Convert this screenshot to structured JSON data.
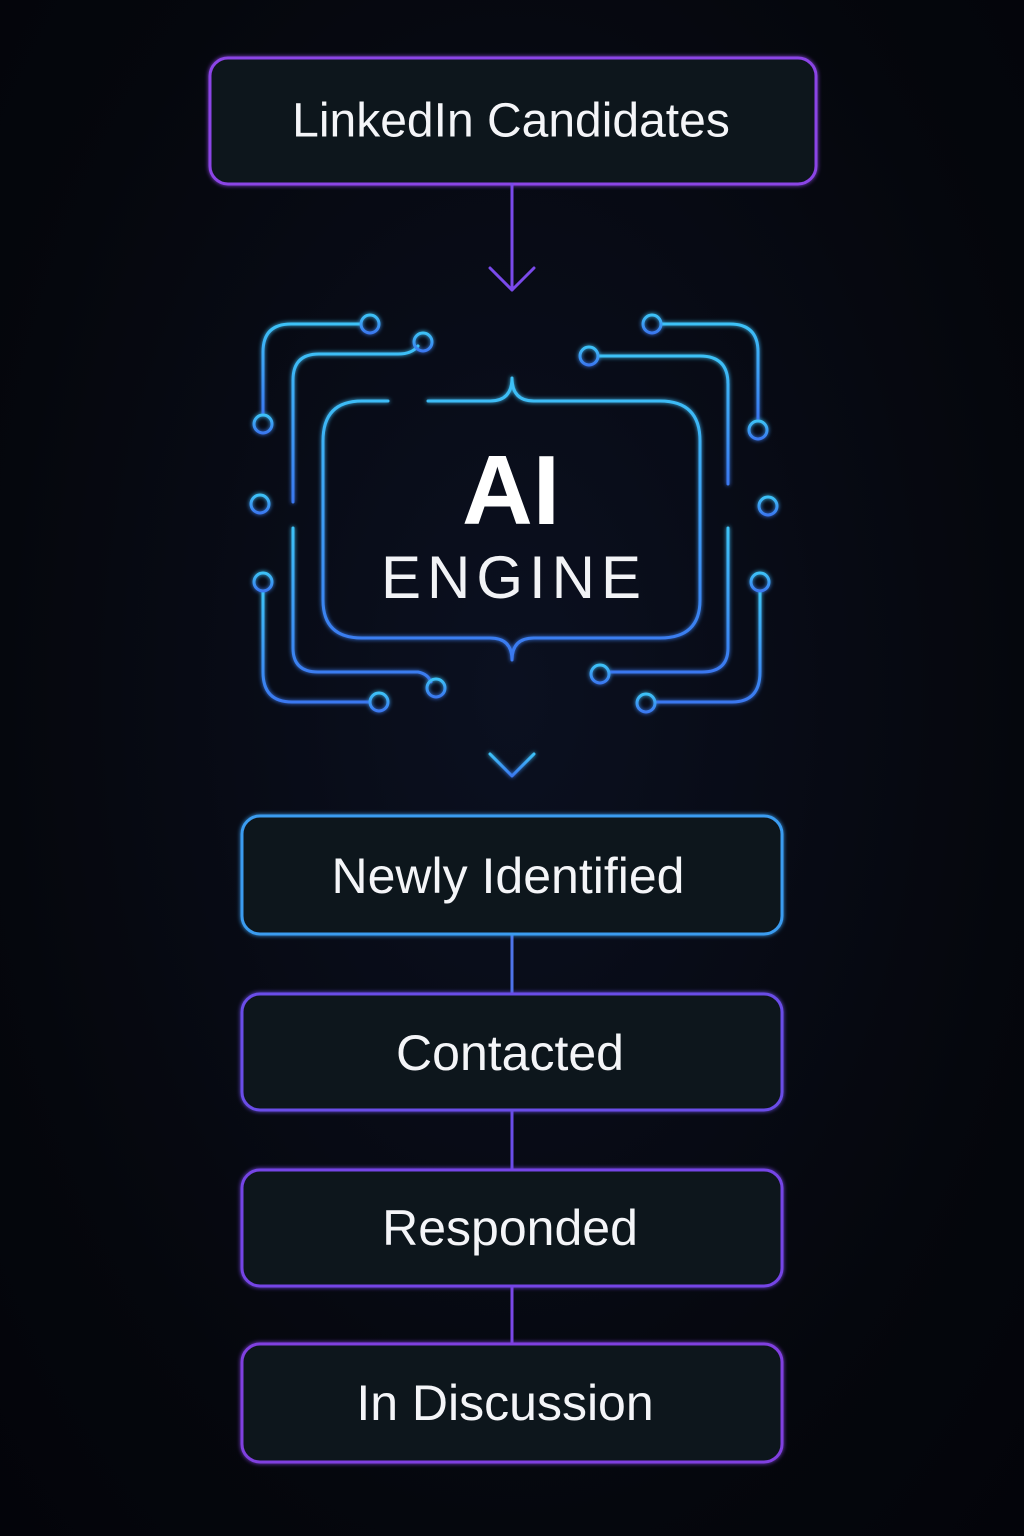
{
  "colors": {
    "background": "#05070d",
    "box_fill": "#11121c",
    "purple": "#8b45e6",
    "violet": "#6a4de8",
    "blue": "#3a9cf0",
    "cyan": "#3ab8f5",
    "text": "#f4f5f8"
  },
  "source": {
    "label": "LinkedIn Candidates"
  },
  "engine": {
    "title": "AI",
    "subtitle": "ENGINE",
    "icon": "circuit-chip-icon"
  },
  "stages": [
    {
      "label": "Newly Identified"
    },
    {
      "label": "Contacted"
    },
    {
      "label": "Responded"
    },
    {
      "label": "In Discussion"
    }
  ]
}
